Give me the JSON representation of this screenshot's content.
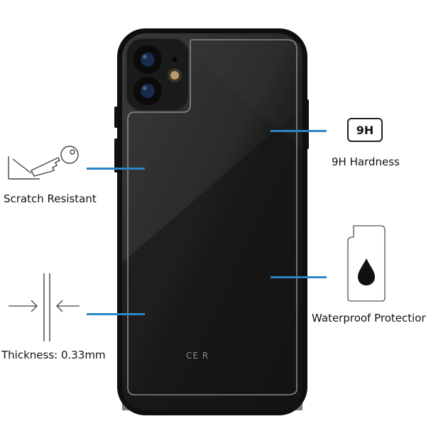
{
  "features": {
    "hardness_badge": "9H",
    "hardness_label": "9H Hardness",
    "scratch_label": "Scratch Resistant",
    "waterproof_label": "Waterproof Protection",
    "thickness_label": "Thickness: 0.33mm"
  },
  "phone": {
    "marking": "CE R"
  },
  "colors": {
    "accent_line": "#2b86c5",
    "phone_body": "#1f1f1f",
    "phone_frame": "#0e0e0e"
  },
  "icons": [
    "key-icon",
    "water-drop-icon",
    "arrows-icon",
    "camera-lens-icon"
  ]
}
